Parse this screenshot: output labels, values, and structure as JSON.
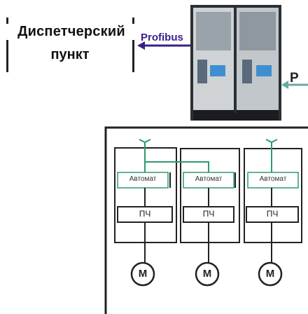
{
  "dispatch_point": {
    "line1": "Диспетчерский",
    "line2": "пункт"
  },
  "profibus_label": "Profibus",
  "power_label": "P",
  "modules": [
    {
      "breaker_label": "Автомат",
      "vfd_label": "ПЧ",
      "motor_label": "M"
    },
    {
      "breaker_label": "Автомат",
      "vfd_label": "ПЧ",
      "motor_label": "M"
    },
    {
      "breaker_label": "Автомат",
      "vfd_label": "ПЧ",
      "motor_label": "M"
    }
  ],
  "colors": {
    "line": "#222222",
    "green_wire": "#2e9b6a",
    "profibus_arrow": "#3a1f8a",
    "cabinet_dark": "#2b2f36",
    "cabinet_light": "#cfd3d6"
  }
}
